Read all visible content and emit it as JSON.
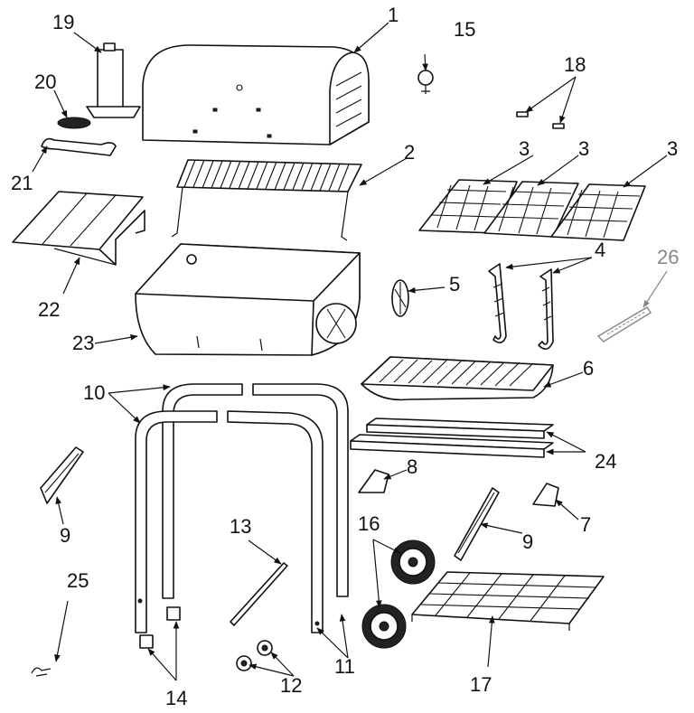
{
  "callouts": {
    "c1": "1",
    "c2": "2",
    "c3a": "3",
    "c3b": "3",
    "c3c": "3",
    "c4": "4",
    "c5": "5",
    "c6": "6",
    "c7": "7",
    "c8": "8",
    "c9a": "9",
    "c9b": "9",
    "c10": "10",
    "c11": "11",
    "c12": "12",
    "c13": "13",
    "c14": "14",
    "c15": "15",
    "c16": "16",
    "c17": "17",
    "c18": "18",
    "c19": "19",
    "c20": "20",
    "c21": "21",
    "c22": "22",
    "c23": "23",
    "c24": "24",
    "c25": "25",
    "c26": "26"
  },
  "colors": {
    "ink": "#111111",
    "muted": "#888888",
    "background": "#ffffff"
  }
}
